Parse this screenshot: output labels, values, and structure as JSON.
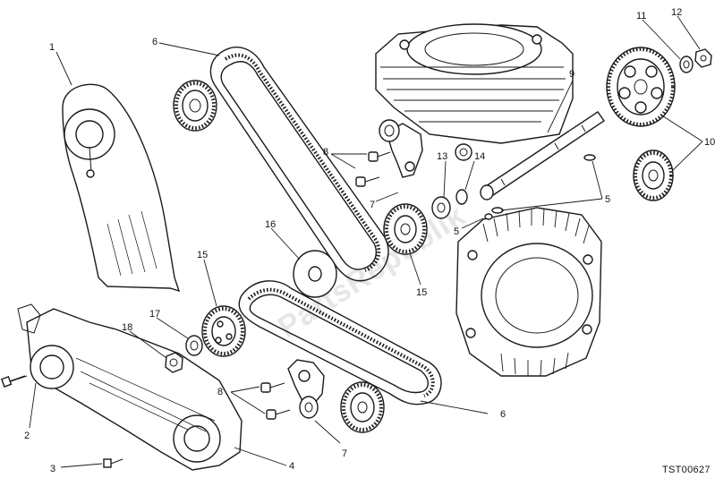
{
  "callouts": [
    {
      "id": "1",
      "label": "1"
    },
    {
      "id": "2",
      "label": "2"
    },
    {
      "id": "3",
      "label": "3"
    },
    {
      "id": "4",
      "label": "4"
    },
    {
      "id": "5a",
      "label": "5"
    },
    {
      "id": "5b",
      "label": "5"
    },
    {
      "id": "5c",
      "label": "5"
    },
    {
      "id": "6a",
      "label": "6"
    },
    {
      "id": "6b",
      "label": "6"
    },
    {
      "id": "7a",
      "label": "7"
    },
    {
      "id": "7b",
      "label": "7"
    },
    {
      "id": "8a",
      "label": "8"
    },
    {
      "id": "8b",
      "label": "8"
    },
    {
      "id": "9",
      "label": "9"
    },
    {
      "id": "10",
      "label": "10"
    },
    {
      "id": "11",
      "label": "11"
    },
    {
      "id": "12",
      "label": "12"
    },
    {
      "id": "13",
      "label": "13"
    },
    {
      "id": "14",
      "label": "14"
    },
    {
      "id": "15a",
      "label": "15"
    },
    {
      "id": "15b",
      "label": "15"
    },
    {
      "id": "16",
      "label": "16"
    },
    {
      "id": "17",
      "label": "17"
    },
    {
      "id": "18",
      "label": "18"
    }
  ],
  "drawing_ref": "TST00627",
  "watermark": "PartsRepublik",
  "colors": {
    "line": "#1a1a1a",
    "background": "#ffffff",
    "watermark": "#e6e6e6"
  }
}
